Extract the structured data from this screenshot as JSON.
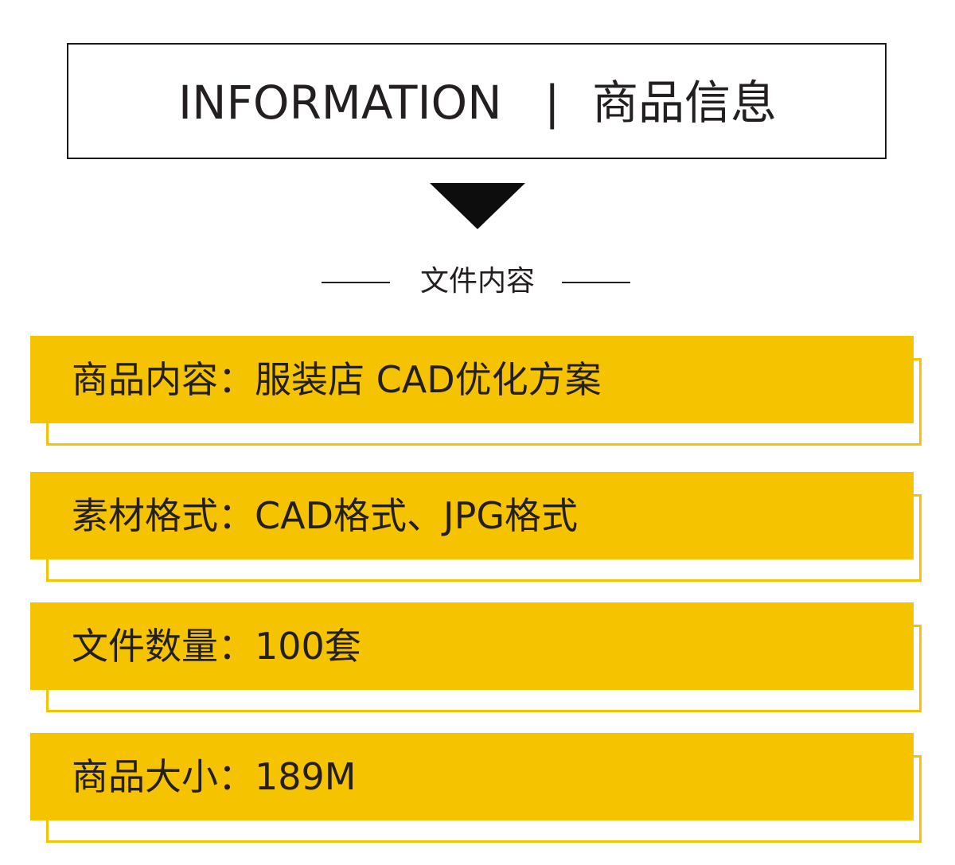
{
  "header": {
    "title_en": "INFORMATION",
    "separator": "|",
    "title_cn": "商品信息"
  },
  "section": {
    "subtitle": "文件内容"
  },
  "details": [
    {
      "text": "商品内容：服装店 CAD优化方案"
    },
    {
      "text": "素材格式：CAD格式、JPG格式"
    },
    {
      "text": "文件数量：100套"
    },
    {
      "text": "商品大小：189M"
    }
  ],
  "colors": {
    "accent": "#f5c300",
    "text": "#231f20",
    "border": "#1a1a1a"
  }
}
